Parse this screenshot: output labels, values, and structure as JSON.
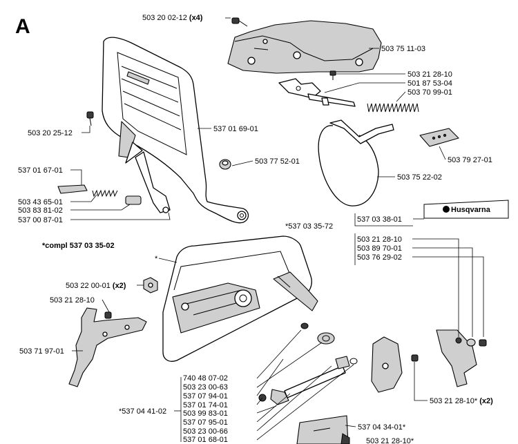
{
  "section_letter": "A",
  "brand": {
    "name": "Husqvarna"
  },
  "kit_label": {
    "prefix": "*compl",
    "number": "537 03 35-02"
  },
  "asterisk": "*",
  "labels": {
    "screw_top": "503 20 02-12",
    "screw_top_qty": "(x4)",
    "guard_plate": "503 75 11-03",
    "screw_a": "503 21 28-10",
    "lever_a": "501 87 53-04",
    "spring_a": "503 70 99-01",
    "screw_left": "503 20 25-12",
    "handguard": "537 01 69-01",
    "bushing": "503 77 52-01",
    "pin": "537 01 67-01",
    "spring_b": "503 43 65-01",
    "nut_b": "503 83 81-02",
    "link": "537 00 87-01",
    "plate_right": "503 79 27-01",
    "brake_band": "503 75 22-02",
    "cover_kit": "*537 03 35-72",
    "decal": "537 03 38-01",
    "screw_b": "503 21 28-10",
    "clip": "503 89 70-01",
    "plate_b": "503 76 29-02",
    "nut_x2": "503 22 00-01",
    "nut_x2_qty": "(x2)",
    "screw_c": "503 21 28-10",
    "spike": "503 71 97-01",
    "tension_kit": "*537 04 41-02",
    "t1": "740 48 07-02",
    "t2": "503 23 00-63",
    "t3": "537 07 94-01",
    "t4": "537 01 74-01",
    "t5": "503 99 83-01",
    "t6": "537 07 95-01",
    "t7": "503 23 00-66",
    "t8": "537 01 68-01",
    "screw_d": "503 21 28-10*",
    "screw_d_qty": "(x2)",
    "plate_c": "537 04 34-01*",
    "screw_e": "503 21 28-10*"
  }
}
